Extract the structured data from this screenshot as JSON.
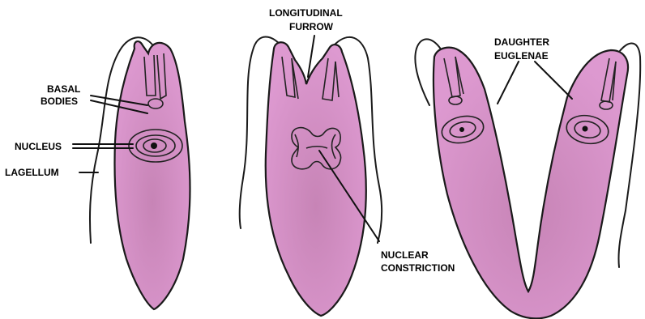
{
  "colors": {
    "cell_fill": "#dd99d0",
    "cell_center": "#c784b6",
    "outline": "#1a1a1a",
    "background": "#ffffff"
  },
  "labels": {
    "basal_bodies_1": "BASAL",
    "basal_bodies_2": "BODIES",
    "nucleus": "NUCLEUS",
    "flagellum": "LAGELLUM",
    "longitudinal_furrow_1": "LONGITUDINAL",
    "longitudinal_furrow_2": "FURROW",
    "nuclear_constriction_1": "NUCLEAR",
    "nuclear_constriction_2": "CONSTRICTION",
    "daughter_euglenae_1": "DAUGHTER",
    "daughter_euglenae_2": "EUGLENAE"
  }
}
